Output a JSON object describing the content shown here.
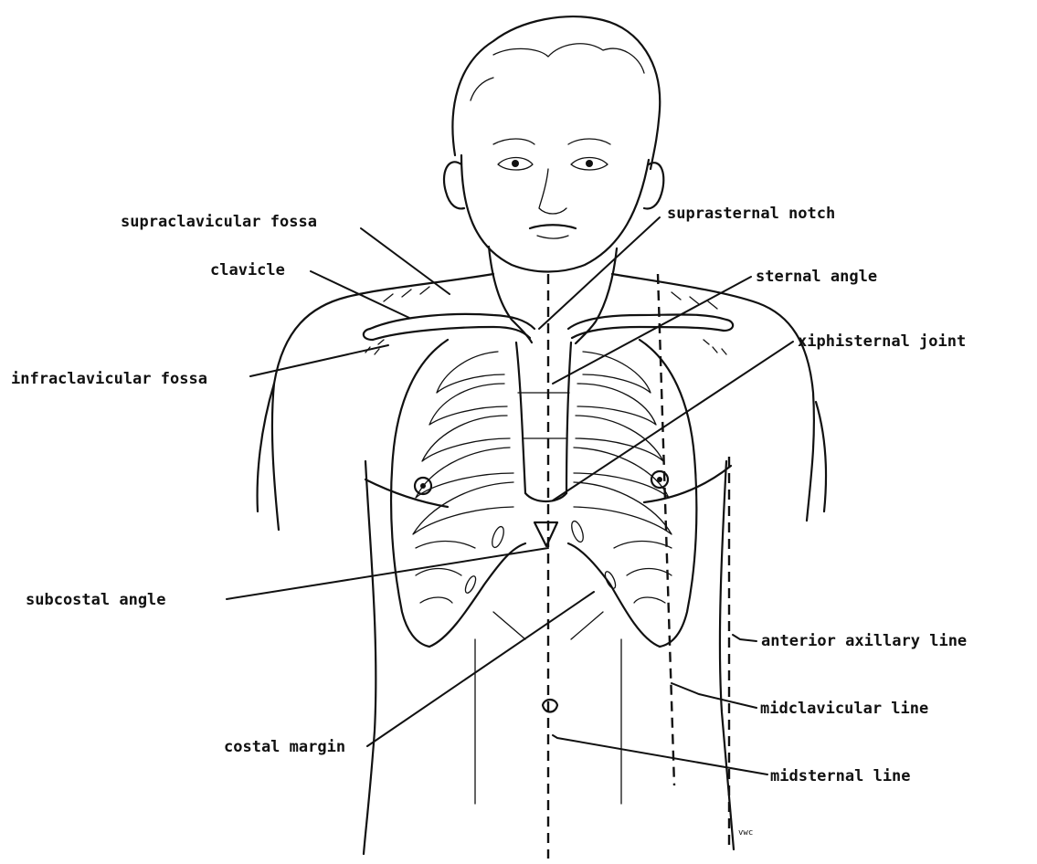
{
  "labels": {
    "supraclavicular_fossa": "supraclavicular fossa",
    "clavicle": "clavicle",
    "infraclavicular_fossa": "infraclavicular fossa",
    "suprasternal_notch": "suprasternal notch",
    "sternal_angle": "sternal angle",
    "xiphisternal_joint": "xiphisternal joint",
    "subcostal_angle": "subcostal angle",
    "costal_margin": "costal margin",
    "anterior_axillary_line": "anterior axillary line",
    "midclavicular_line": "midclavicular line",
    "midsternal_line": "midsternal line"
  },
  "signature": "vwc"
}
